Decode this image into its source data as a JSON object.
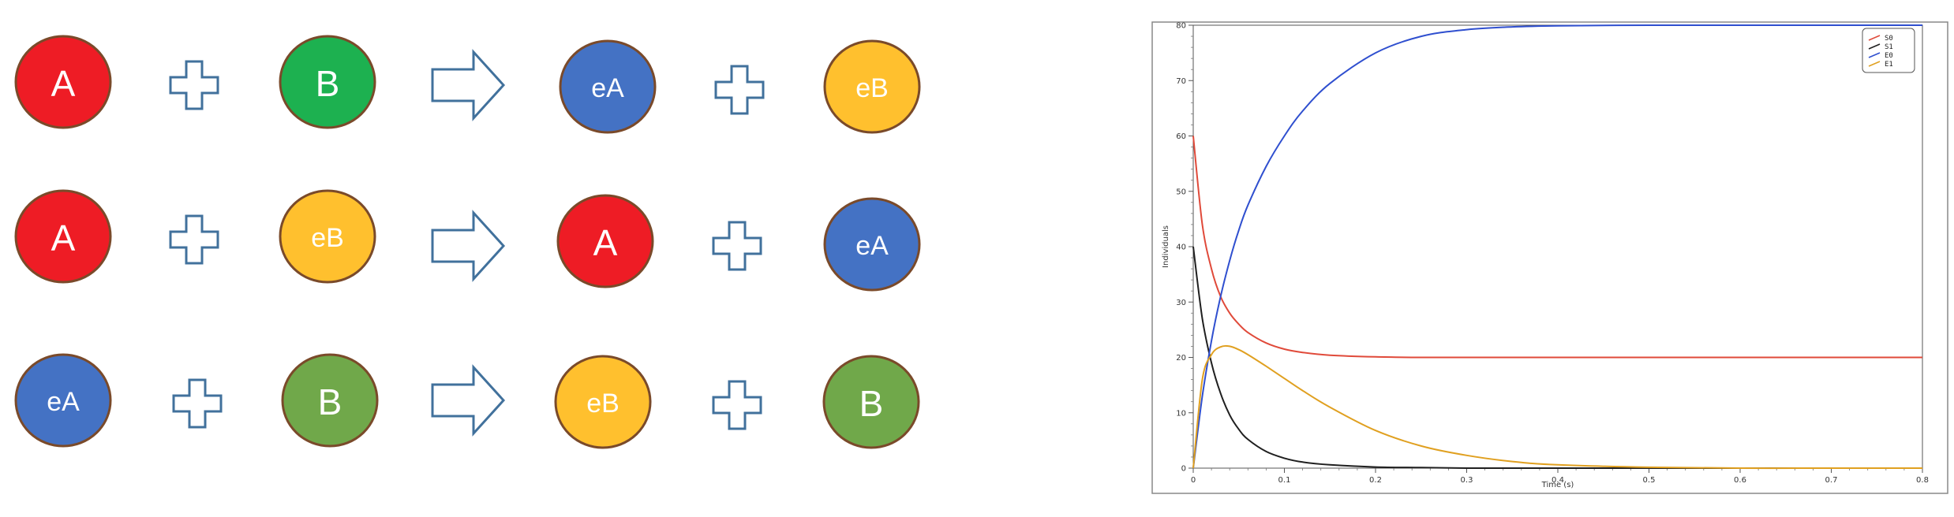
{
  "reactions": [
    {
      "reactant1": {
        "label": "A",
        "color": "#ee1c25"
      },
      "reactant2": {
        "label": "B",
        "color": "#1db150"
      },
      "product1": {
        "label": "eA",
        "color": "#4472c4"
      },
      "product2": {
        "label": "eB",
        "color": "#ffc02e"
      }
    },
    {
      "reactant1": {
        "label": "A",
        "color": "#ee1c25"
      },
      "reactant2": {
        "label": "eB",
        "color": "#ffc02e"
      },
      "product1": {
        "label": "A",
        "color": "#ee1c25"
      },
      "product2": {
        "label": "eA",
        "color": "#4472c4"
      }
    },
    {
      "reactant1": {
        "label": "eA",
        "color": "#4472c4"
      },
      "reactant2": {
        "label": "B",
        "color": "#70a84a"
      },
      "product1": {
        "label": "eB",
        "color": "#ffc02e"
      },
      "product2": {
        "label": "B",
        "color": "#70a84a"
      }
    }
  ],
  "chart_data": {
    "type": "line",
    "xlabel": "Time (s)",
    "ylabel": "Individuals",
    "xlim": [
      0,
      0.8
    ],
    "ylim": [
      0,
      80
    ],
    "xticks": [
      "0",
      "0.1",
      "0.2",
      "0.3",
      "0.4",
      "0.5",
      "0.6",
      "0.7",
      "0.8"
    ],
    "yticks": [
      "0",
      "10",
      "20",
      "30",
      "40",
      "50",
      "60",
      "70",
      "80"
    ],
    "legend_position": "top-right",
    "x": [
      0,
      0.01,
      0.02,
      0.03,
      0.04,
      0.05,
      0.06,
      0.08,
      0.1,
      0.12,
      0.15,
      0.2,
      0.25,
      0.3,
      0.35,
      0.4,
      0.5,
      0.6,
      0.7,
      0.8
    ],
    "series": [
      {
        "name": "S0",
        "color": "#e04a3a",
        "values": [
          60,
          44,
          36,
          31,
          28,
          26,
          24.5,
          22.6,
          21.5,
          20.9,
          20.4,
          20.1,
          20,
          20,
          20,
          20,
          20,
          20,
          20,
          20
        ]
      },
      {
        "name": "S1",
        "color": "#1f1f1f",
        "values": [
          40,
          27,
          19,
          13.5,
          9.6,
          7,
          5.2,
          3,
          1.8,
          1.1,
          0.6,
          0.2,
          0.1,
          0,
          0,
          0,
          0,
          0,
          0,
          0
        ]
      },
      {
        "name": "E0",
        "color": "#2f4fcf",
        "values": [
          0,
          13,
          23,
          31,
          37.5,
          43,
          47.5,
          54.5,
          60,
          64.5,
          69.5,
          75,
          78,
          79.2,
          79.7,
          79.9,
          80,
          80,
          80,
          80
        ]
      },
      {
        "name": "E1",
        "color": "#e0a020",
        "values": [
          0,
          16,
          20.5,
          21.9,
          22,
          21.4,
          20.5,
          18.4,
          16.2,
          14,
          11,
          6.8,
          4,
          2.3,
          1.2,
          0.6,
          0.15,
          0,
          0,
          0
        ]
      }
    ]
  }
}
